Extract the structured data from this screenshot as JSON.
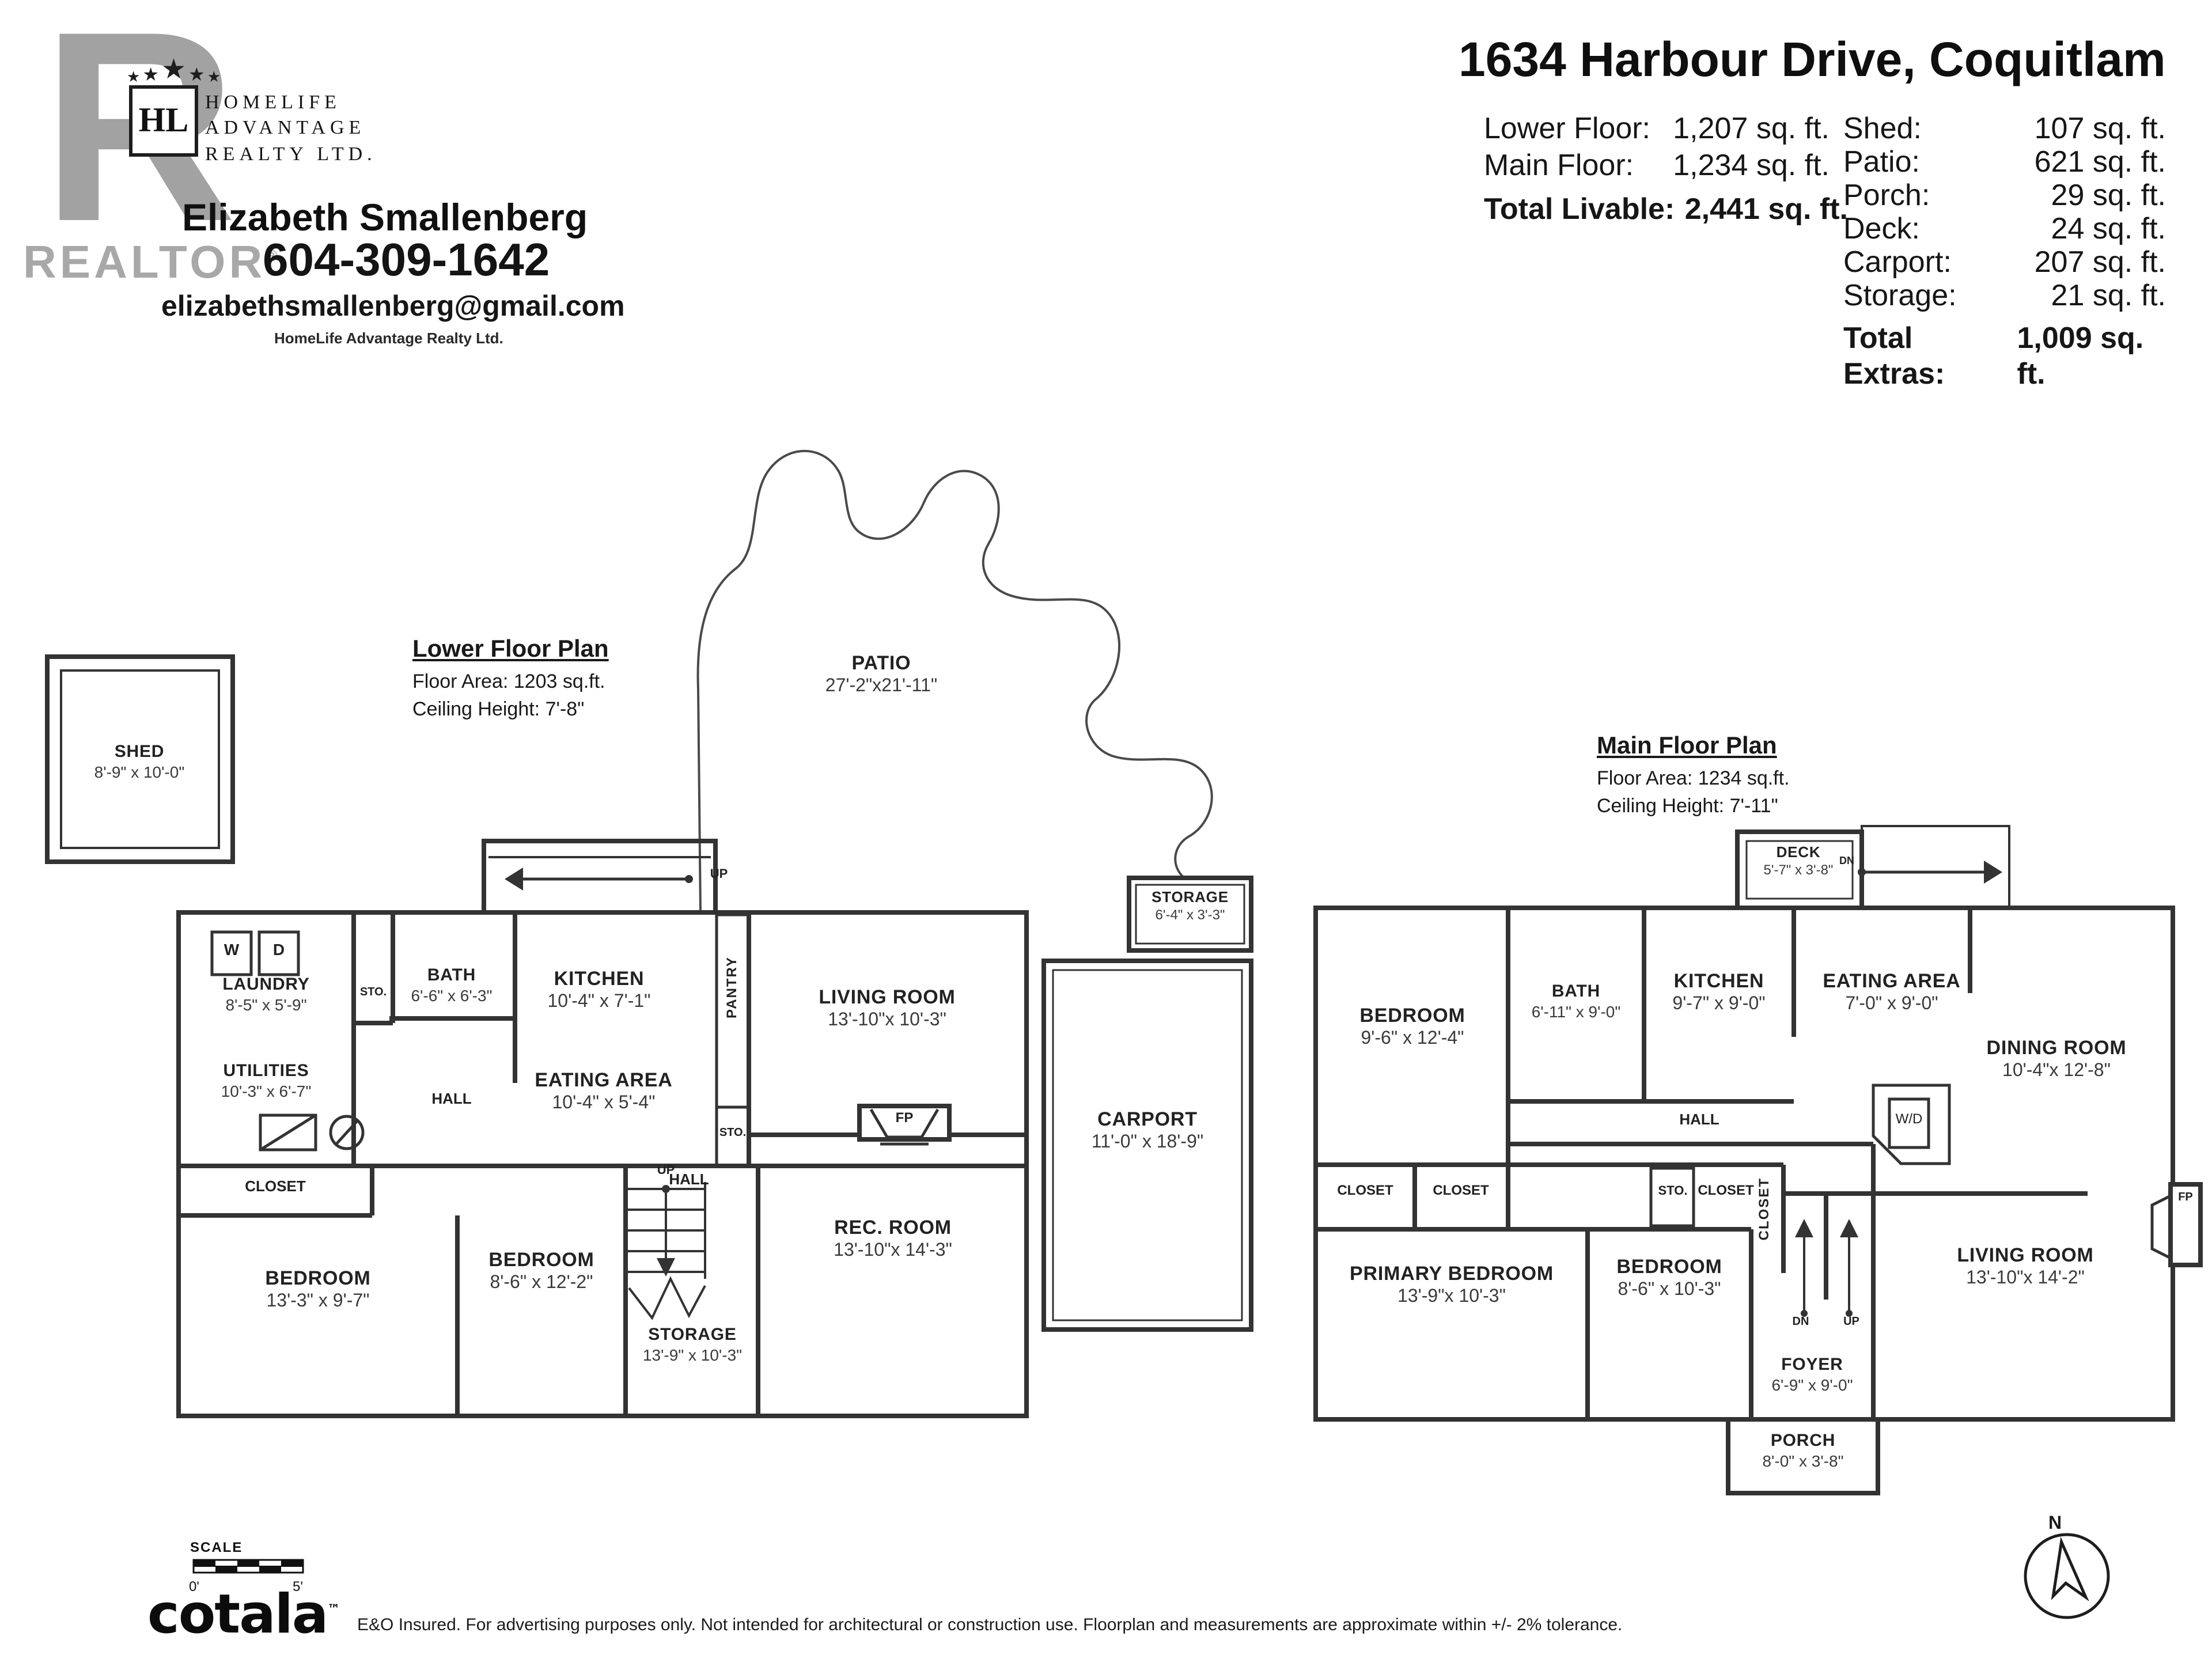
{
  "header": {
    "brokerage": {
      "realtor_logo_letter": "R",
      "realtor_text": "REALTOR",
      "stars": "★★★★★",
      "hl_logo": "HL",
      "brand_line1": "HOMELIFE",
      "brand_line2": "ADVANTAGE",
      "brand_line3": "REALTY LTD.",
      "agent_name": "Elizabeth Smallenberg",
      "agent_phone": "604-309-1642",
      "agent_email": "elizabethsmallenberg@gmail.com",
      "brokerage_small": "HomeLife Advantage Realty Ltd."
    },
    "property": {
      "address": "1634 Harbour Drive, Coquitlam",
      "areas_left": [
        {
          "label": "Lower Floor:",
          "value": "1,207 sq. ft."
        },
        {
          "label": "Main Floor:",
          "value": "1,234 sq. ft."
        }
      ],
      "total_livable": {
        "label": "Total Livable:",
        "value": "2,441 sq. ft."
      },
      "areas_right": [
        {
          "label": "Shed:",
          "value": "107 sq. ft."
        },
        {
          "label": "Patio:",
          "value": "621 sq. ft."
        },
        {
          "label": "Porch:",
          "value": "29 sq. ft."
        },
        {
          "label": "Deck:",
          "value": "24 sq. ft."
        },
        {
          "label": "Carport:",
          "value": "207 sq. ft."
        },
        {
          "label": "Storage:",
          "value": "21 sq. ft."
        }
      ],
      "total_extras": {
        "label": "Total Extras:",
        "value": "1,009 sq. ft."
      }
    }
  },
  "lower_floor": {
    "title": "Lower Floor Plan",
    "floor_area": "Floor Area: 1203 sq.ft.",
    "ceiling_height": "Ceiling Height: 7'-8\"",
    "shed": {
      "name": "SHED",
      "dims": "8'-9\" x 10'-0\""
    },
    "patio": {
      "name": "PATIO",
      "dims": "27'-2\"x21'-11\""
    },
    "laundry": {
      "name": "LAUNDRY",
      "dims": "8'-5\" x 5'-9\""
    },
    "utilities": {
      "name": "UTILITIES",
      "dims": "10'-3\" x 6'-7\""
    },
    "bath": {
      "name": "BATH",
      "dims": "6'-6\" x 6'-3\""
    },
    "kitchen": {
      "name": "KITCHEN",
      "dims": "10'-4\" x 7'-1\""
    },
    "eating_area": {
      "name": "EATING AREA",
      "dims": "10'-4\" x 5'-4\""
    },
    "living_room": {
      "name": "LIVING ROOM",
      "dims": "13'-10\"x 10'-3\""
    },
    "bedroom1": {
      "name": "BEDROOM",
      "dims": "13'-3\" x 9'-7\""
    },
    "bedroom2": {
      "name": "BEDROOM",
      "dims": "8'-6\" x 12'-2\""
    },
    "storage_room": {
      "name": "STORAGE",
      "dims": "13'-9\" x 10'-3\""
    },
    "rec_room": {
      "name": "REC. ROOM",
      "dims": "13'-10\"x 14'-3\""
    },
    "storage_ext": {
      "name": "STORAGE",
      "dims": "6'-4\" x 3'-3\""
    },
    "carport": {
      "name": "CARPORT",
      "dims": "11'-0\" x 18'-9\""
    }
  },
  "main_floor": {
    "title": "Main Floor Plan",
    "floor_area": "Floor Area: 1234 sq.ft.",
    "ceiling_height": "Ceiling Height: 7'-11\"",
    "deck": {
      "name": "DECK",
      "dims": "5'-7\" x 3'-8\""
    },
    "bedroom": {
      "name": "BEDROOM",
      "dims": "9'-6\" x 12'-4\""
    },
    "bath": {
      "name": "BATH",
      "dims": "6'-11\" x 9'-0\""
    },
    "kitchen": {
      "name": "KITCHEN",
      "dims": "9'-7\" x 9'-0\""
    },
    "eating_area": {
      "name": "EATING AREA",
      "dims": "7'-0\" x 9'-0\""
    },
    "dining_room": {
      "name": "DINING ROOM",
      "dims": "10'-4\"x 12'-8\""
    },
    "primary_bedroom": {
      "name": "PRIMARY BEDROOM",
      "dims": "13'-9\"x 10'-3\""
    },
    "bedroom2": {
      "name": "BEDROOM",
      "dims": "8'-6\" x 10'-3\""
    },
    "foyer": {
      "name": "FOYER",
      "dims": "6'-9\" x 9'-0\""
    },
    "porch": {
      "name": "PORCH",
      "dims": "8'-0\" x 3'-8\""
    },
    "living_room": {
      "name": "LIVING ROOM",
      "dims": "13'-10\"x 14'-2\""
    }
  },
  "labels": {
    "closet": "CLOSET",
    "sto": "STO.",
    "hall": "HALL",
    "up": "UP",
    "dn": "DN",
    "fp": "FP",
    "wd": "W/D",
    "w": "W",
    "d": "D",
    "pantry": "PANTRY"
  },
  "footer": {
    "scale_label": "SCALE",
    "scale_start": "0'",
    "scale_end": "5'",
    "logo": "cotala",
    "logo_tm": "™",
    "disclaimer": "E&O Insured. For advertising purposes only. Not intended for architectural or construction use. Floorplan and measurements are approximate within +/- 2% tolerance.",
    "compass_north": "N"
  }
}
